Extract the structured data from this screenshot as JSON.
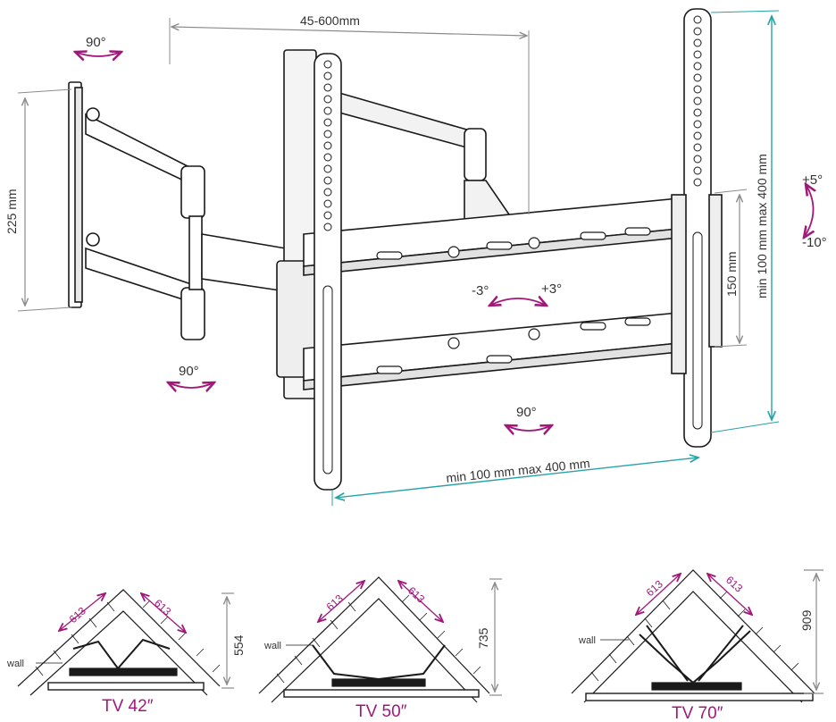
{
  "colors": {
    "accent_magenta": "#a0197a",
    "accent_teal": "#27a3a6",
    "line_gray": "#8c8c8c",
    "outline": "#1a1a1a"
  },
  "top_diagram": {
    "arm_extension": "45-600mm",
    "wall_plate_height": "225 mm",
    "swivel_wall_top": "90°",
    "swivel_wall_bottom": "90°",
    "swivel_bottom": "90°",
    "rotation_left": "-3°",
    "rotation_right": "+3°",
    "tilt_up": "+5°",
    "tilt_down": "-10°",
    "vesa_vertical_small": "150 mm",
    "vesa_vertical": "min 100 mm max 400 mm",
    "vesa_horizontal": "min 100 mm max 400 mm"
  },
  "corner_diagrams": [
    {
      "tv_label": "TV 42″",
      "wall_label": "wall",
      "dim_left": "613",
      "dim_right": "613",
      "depth": "554"
    },
    {
      "tv_label": "TV 50″",
      "wall_label": "wall",
      "dim_left": "613",
      "dim_right": "613",
      "depth": "735"
    },
    {
      "tv_label": "TV 70″",
      "wall_label": "wall",
      "dim_left": "613",
      "dim_right": "613",
      "depth": "909"
    }
  ]
}
